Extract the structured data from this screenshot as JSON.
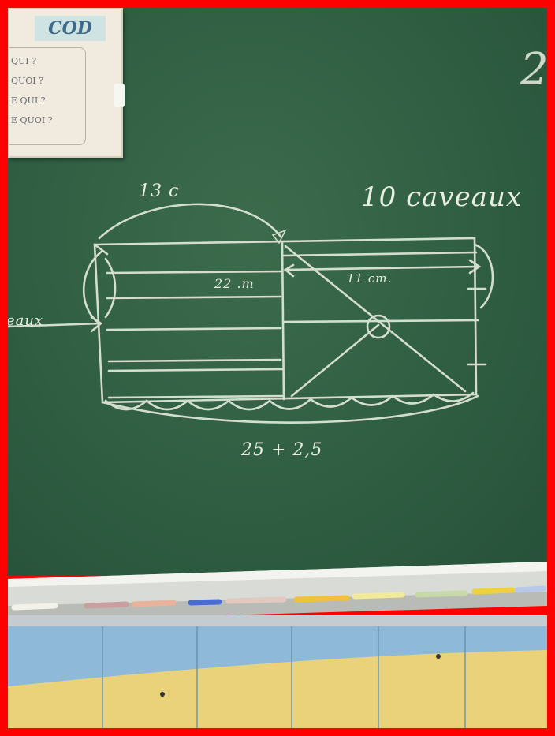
{
  "image": {
    "description_free": true
  },
  "poster": {
    "title": "COD",
    "lines": [
      " QUI ?",
      " QUOI ?",
      "E QUI ?",
      "E QUOI ?"
    ]
  },
  "board": {
    "corner_digit": "2",
    "label_top_arc": "13 c",
    "label_caveaux": "10 caveaux",
    "label_left": "eaux",
    "label_22m": "22 .m",
    "label_11cm": "11 cm.",
    "label_bottom": "25 + 2,5"
  },
  "colors": {
    "board": "#2f5e42",
    "chalk": "#e9eee2",
    "frame": "#ff0000",
    "wall_blue": "#8fb9d8",
    "wall_yellow": "#e9d27a"
  }
}
